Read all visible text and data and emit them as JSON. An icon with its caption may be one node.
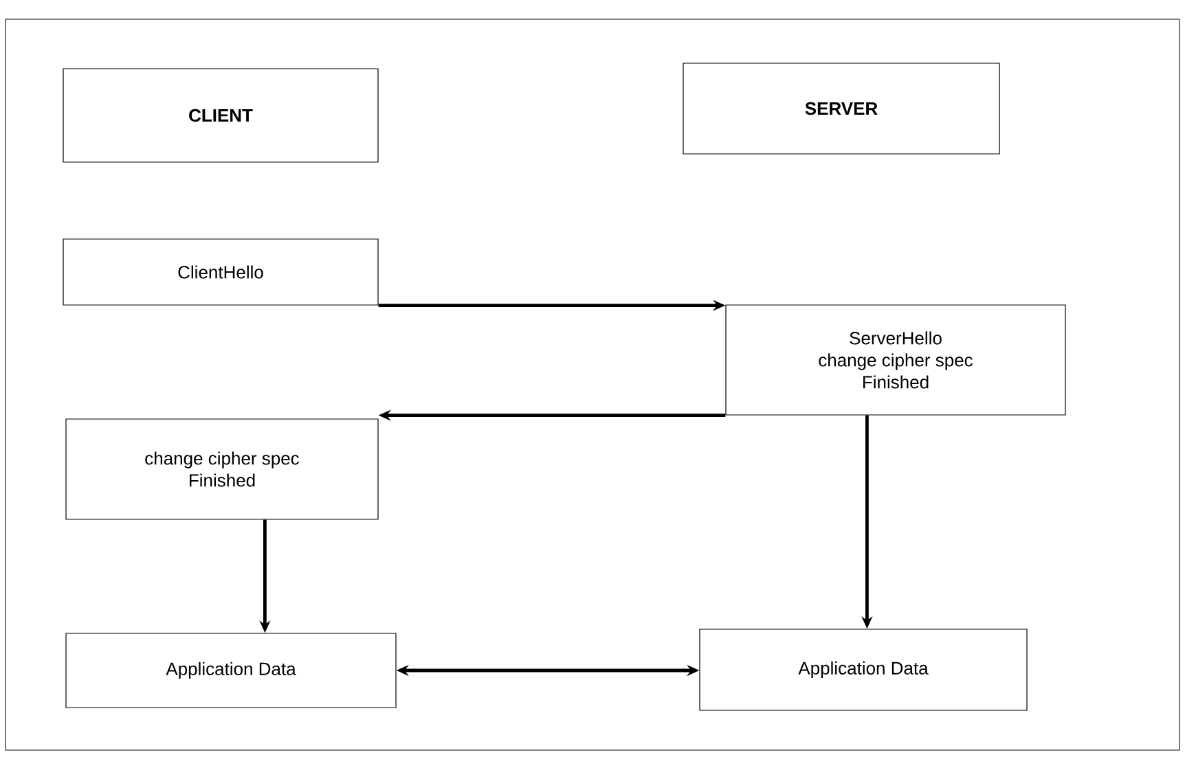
{
  "diagram": {
    "nodes": [
      {
        "text": [
          "CLIENT"
        ]
      },
      {
        "text": [
          "SERVER"
        ]
      },
      {
        "text": [
          "ClientHello"
        ]
      },
      {
        "text": [
          "ServerHello",
          "change cipher spec",
          "Finished"
        ]
      },
      {
        "text": [
          "change cipher spec",
          "Finished"
        ]
      },
      {
        "text": [
          "Application Data"
        ]
      },
      {
        "text": [
          "Application Data"
        ]
      }
    ],
    "edges": [
      {
        "from": 2,
        "to": 3,
        "arrow": "to"
      },
      {
        "from": 3,
        "to": 4,
        "arrow": "to"
      },
      {
        "from": 4,
        "to": 5,
        "arrow": "to"
      },
      {
        "from": 3,
        "to": 6,
        "arrow": "to"
      },
      {
        "from": 5,
        "to": 6,
        "arrow": "both"
      }
    ]
  }
}
